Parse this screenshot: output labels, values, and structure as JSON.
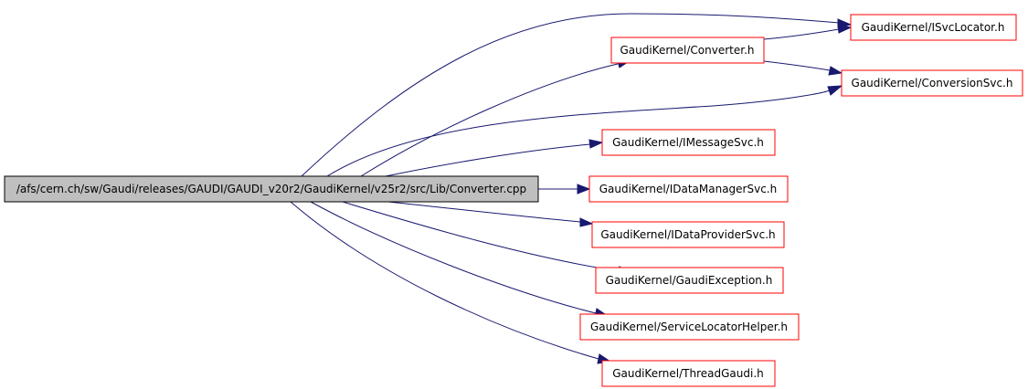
{
  "graph": {
    "root": {
      "label": "/afs/cern.ch/sw/Gaudi/releases/GAUDI/GAUDI_v20r2/GaudiKernel/v25r2/src/Lib/Converter.cpp",
      "fill": "#bfbfbf",
      "stroke": "#000000"
    },
    "node_style": {
      "fill": "#ffffff",
      "stroke": "#ff0000"
    },
    "edge_color": "#191970",
    "nodes": [
      {
        "id": "isvclocator",
        "label": "GaudiKernel/ISvcLocator.h"
      },
      {
        "id": "converter",
        "label": "GaudiKernel/Converter.h"
      },
      {
        "id": "conversionsvc",
        "label": "GaudiKernel/ConversionSvc.h"
      },
      {
        "id": "imessagesvc",
        "label": "GaudiKernel/IMessageSvc.h"
      },
      {
        "id": "idatamanagersvc",
        "label": "GaudiKernel/IDataManagerSvc.h"
      },
      {
        "id": "idataprovidersvc",
        "label": "GaudiKernel/IDataProviderSvc.h"
      },
      {
        "id": "gaudiexception",
        "label": "GaudiKernel/GaudiException.h"
      },
      {
        "id": "servicelocatorhelper",
        "label": "GaudiKernel/ServiceLocatorHelper.h"
      },
      {
        "id": "threadgaudi",
        "label": "GaudiKernel/ThreadGaudi.h"
      }
    ],
    "edges": [
      {
        "from": "root",
        "to": "isvclocator"
      },
      {
        "from": "root",
        "to": "converter"
      },
      {
        "from": "root",
        "to": "conversionsvc"
      },
      {
        "from": "root",
        "to": "imessagesvc"
      },
      {
        "from": "root",
        "to": "idatamanagersvc"
      },
      {
        "from": "root",
        "to": "idataprovidersvc"
      },
      {
        "from": "root",
        "to": "gaudiexception"
      },
      {
        "from": "root",
        "to": "servicelocatorhelper"
      },
      {
        "from": "root",
        "to": "threadgaudi"
      },
      {
        "from": "converter",
        "to": "isvclocator"
      },
      {
        "from": "converter",
        "to": "conversionsvc"
      }
    ]
  }
}
